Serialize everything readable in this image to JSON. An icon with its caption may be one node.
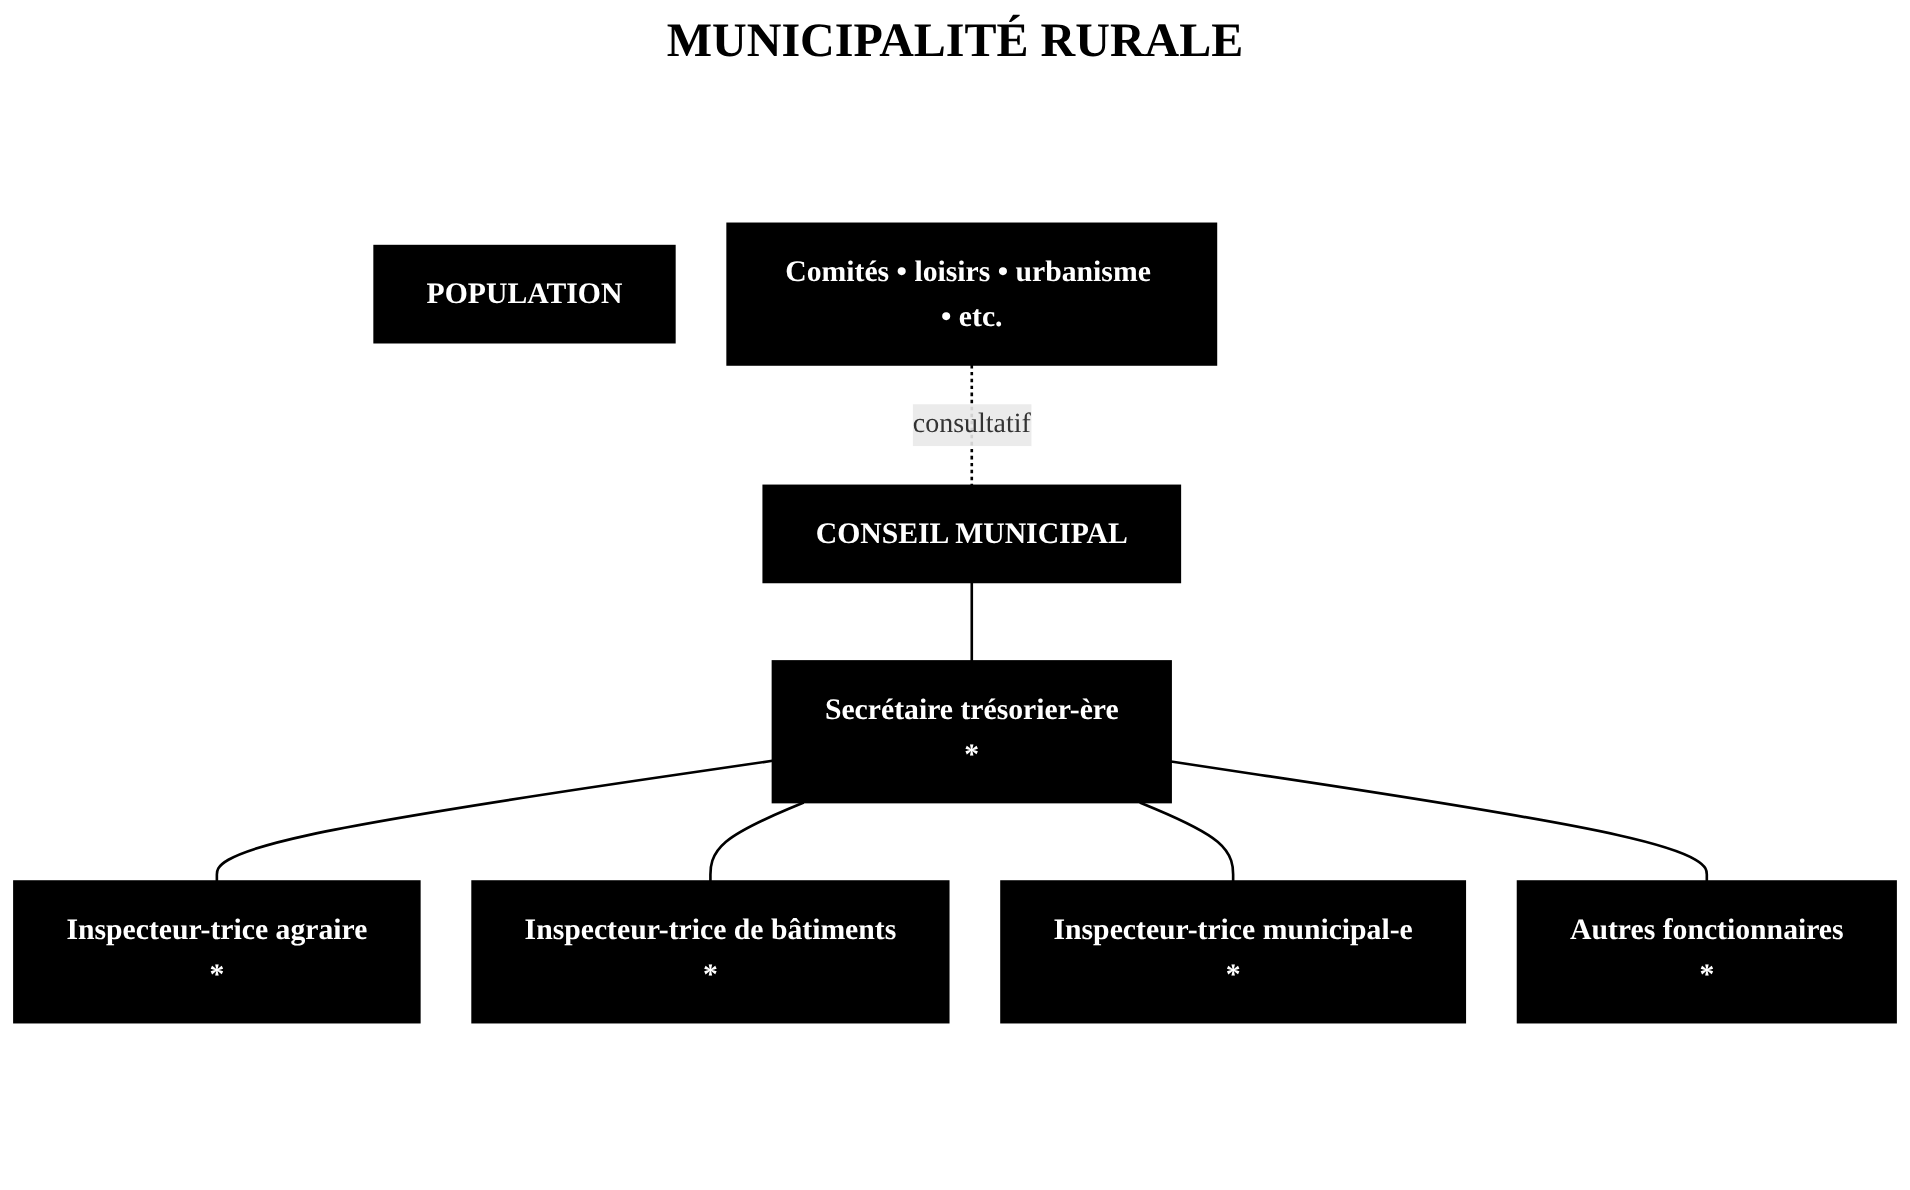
{
  "diagram": {
    "title": "MUNICIPALITÉ RURALE",
    "nodes": [
      {
        "text": [
          "POPULATION"
        ]
      },
      {
        "text": [
          "CONSEIL MUNICIPAL"
        ]
      },
      {
        "text": [
          "Comités • loisirs • urbanisme • etc."
        ]
      },
      {
        "text": [
          "Secrétaire trésorier-ère",
          "*"
        ]
      },
      {
        "text": [
          "Inspecteur-trice agraire",
          "*"
        ]
      },
      {
        "text": [
          "Inspecteur-trice de bâtiments",
          "*"
        ]
      },
      {
        "text": [
          "Inspecteur-trice municipal-e",
          "*"
        ]
      },
      {
        "text": [
          "Autres fonctionnaires",
          "*"
        ]
      }
    ],
    "edges": [
      {
        "from": 1,
        "to": 3,
        "arrow": "none"
      },
      {
        "from": 2,
        "to": 1,
        "arrow": "none",
        "label": "consultatif",
        "style": "dashed"
      },
      {
        "from": 3,
        "to": 4,
        "arrow": "none"
      },
      {
        "from": 3,
        "to": 5,
        "arrow": "none"
      },
      {
        "from": 3,
        "to": 6,
        "arrow": "none"
      },
      {
        "from": 3,
        "to": 7,
        "arrow": "none"
      }
    ]
  }
}
